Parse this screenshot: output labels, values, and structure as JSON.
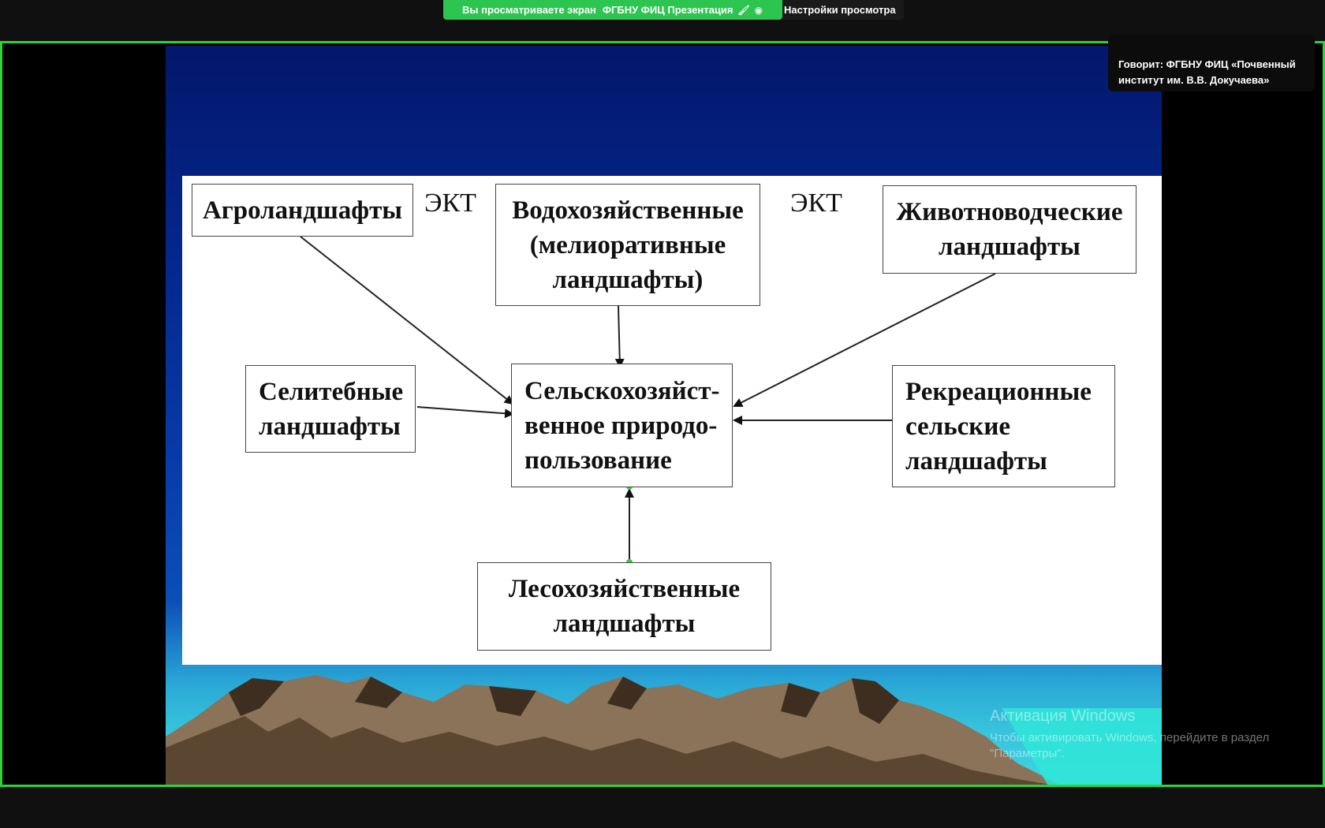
{
  "share_banner": {
    "viewing_text": "Вы просматриваете экран",
    "presenter": "ФГБНУ ФИЦ Презентация",
    "view_settings": "Настройки просмотра"
  },
  "speaker": {
    "text": "Говорит: ФГБНУ ФИЦ «Почвенный институт им. В.В. Докучаева»"
  },
  "slide": {
    "ekt_left": "ЭКТ",
    "ekt_right": "ЭКТ",
    "boxes": {
      "agro": "Агроландшафты",
      "water": "Водохозяйственные (мелиоративные ландшафты)",
      "livestock": "Животноводческие ландшафты",
      "selitebnye": "Селитебные ландшафты",
      "center": "Сельскохозяйст-венное природо-пользование",
      "recreation": "Рекреационные сельские ландшафты",
      "forest": "Лесохозяйственные ландшафты"
    }
  },
  "windows_activation": {
    "title": "Активация Windows",
    "subtitle": "Чтобы активировать Windows, перейдите в раздел \"Параметры\"."
  },
  "colors": {
    "banner_green": "#2cc54f",
    "frame_green": "#2cd33a",
    "slide_blue": "#04288f"
  }
}
